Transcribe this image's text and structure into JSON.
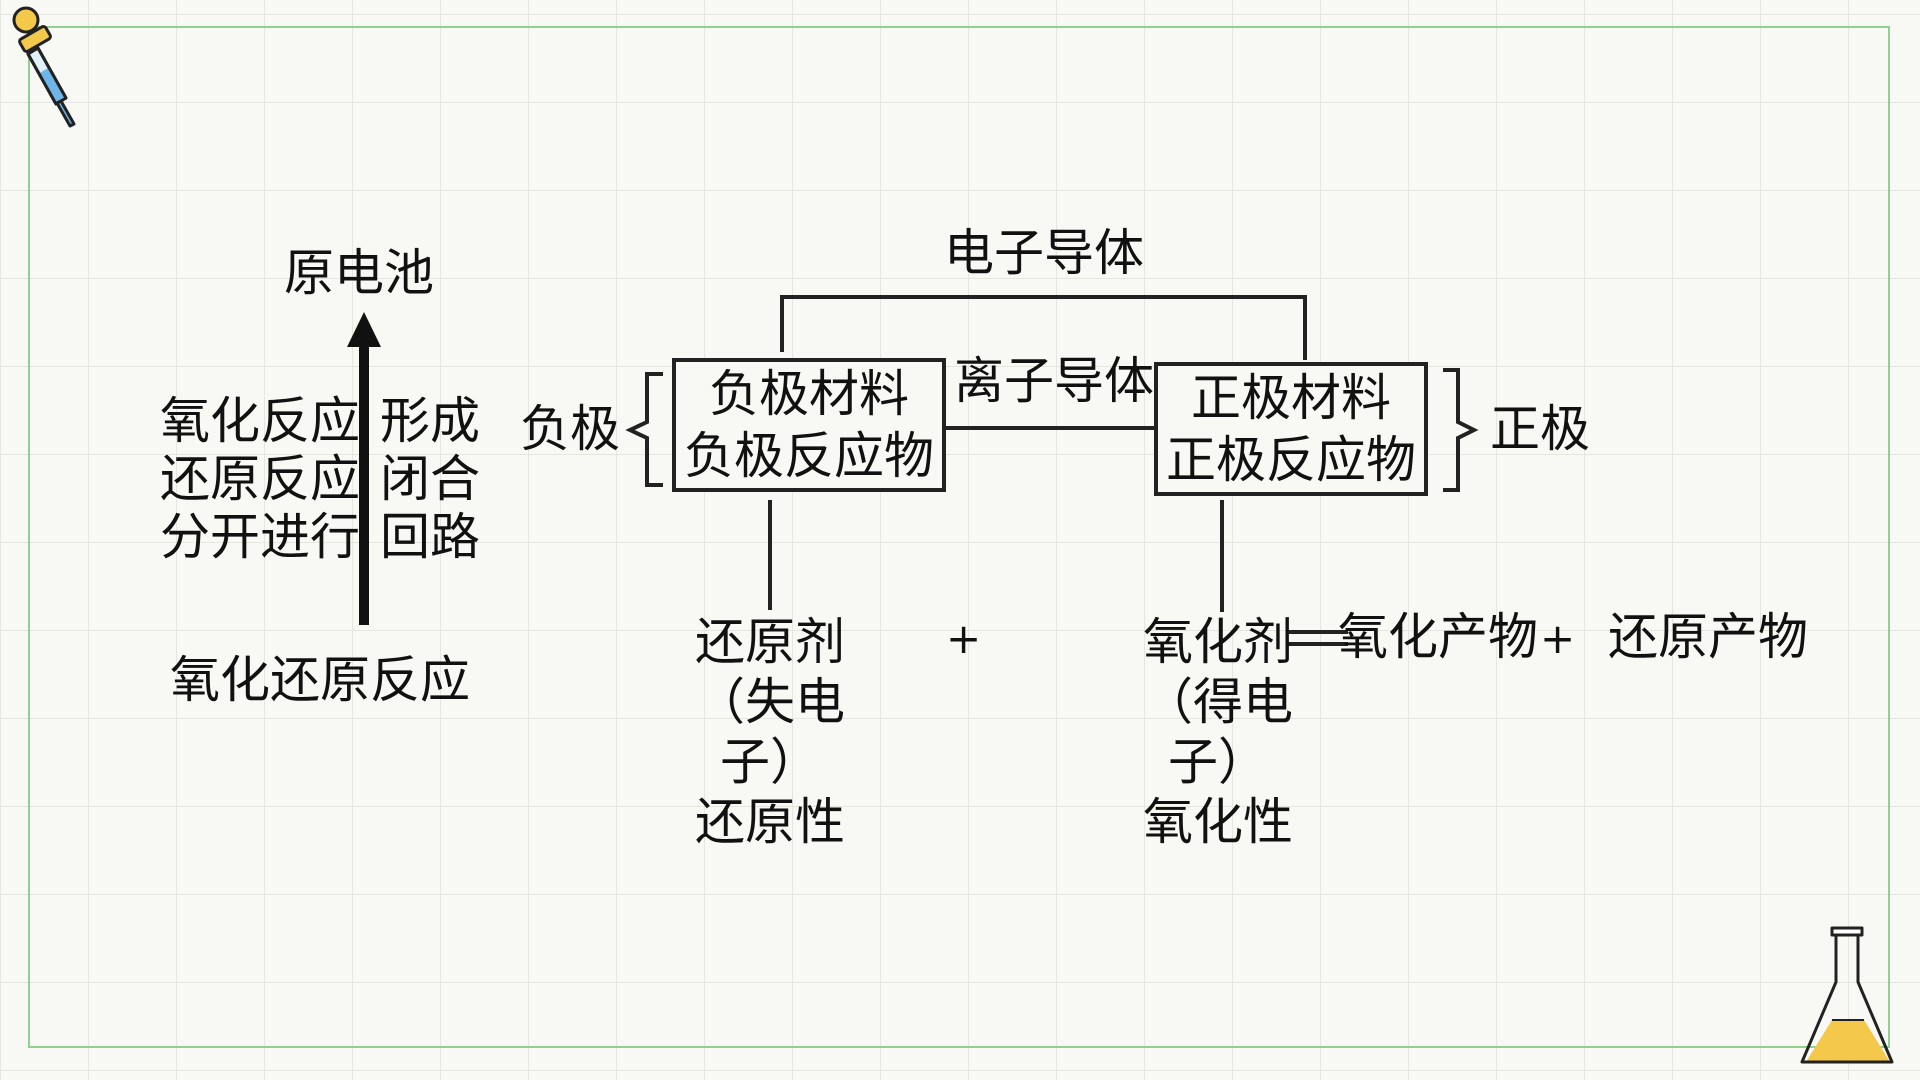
{
  "battery": {
    "title": "原电池",
    "left_lines": [
      "氧化反应",
      "还原反应",
      "分开进行"
    ],
    "right_lines": [
      "形成",
      "闭合",
      "回路"
    ],
    "base": "氧化还原反应"
  },
  "circuit": {
    "electron_conductor": "电子导体",
    "ion_conductor": "离子导体",
    "negative_label": "负极",
    "positive_label": "正极",
    "negative_box": [
      "负极材料",
      "负极反应物"
    ],
    "positive_box": [
      "正极材料",
      "正极反应物"
    ]
  },
  "equation": {
    "reducer": [
      "还原剂",
      "（失电子）",
      "还原性"
    ],
    "plus1": "+",
    "oxidizer": [
      "氧化剂",
      "（得电子）",
      "氧化性"
    ],
    "oxidation_product": "氧化产物",
    "plus2": "+",
    "reduction_product": "还原产物"
  },
  "icons": [
    "dropper-icon",
    "flask-icon"
  ],
  "colors": {
    "border": "#8fd28f",
    "flask_liquid": "#f4c84a",
    "dropper_liquid": "#6fb6e8"
  }
}
